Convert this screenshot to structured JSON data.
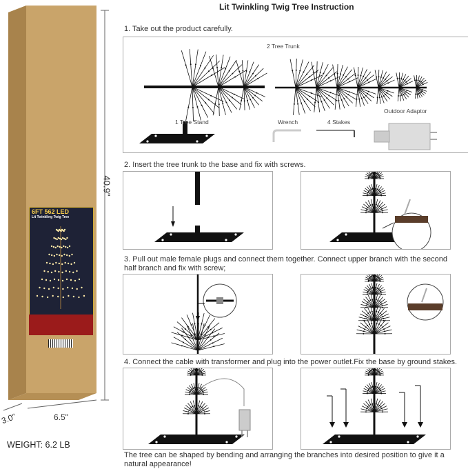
{
  "title": "Lit Twinkling Twig Tree Instruction",
  "box": {
    "label_title": "6FT 562 LED",
    "label_subtitle": "Lit Twinkling Twig Tree",
    "height": "40.9\"",
    "width": "6.5\"",
    "depth": "3.0\"",
    "weight": "WEIGHT: 6.2 LB",
    "colors": {
      "cardboard": "#c9a46a",
      "label_bg": "#1e2236",
      "warning": "#9b1b1b",
      "title": "#f2c94c"
    }
  },
  "steps": [
    {
      "text": "1. Take out the product carefully.",
      "parts": {
        "trunk": "2 Tree Trunk",
        "stand": "1 Tree Stand",
        "wrench": "Wrench",
        "stakes": "4 Stakes",
        "adaptor": "Outdoor Adaptor"
      }
    },
    {
      "text": "2. Insert the tree trunk  to the base and fix with screws."
    },
    {
      "text": "3. Pull out male female plugs and connect them together. Connect upper branch with the second half branch and fix with screw;"
    },
    {
      "text": "4. Connect the cable with transformer and plug into the power outlet.Fix the base by ground stakes."
    }
  ],
  "footer": "The tree can be shaped by bending and arranging the branches into desired position to give it a natural appearance!"
}
